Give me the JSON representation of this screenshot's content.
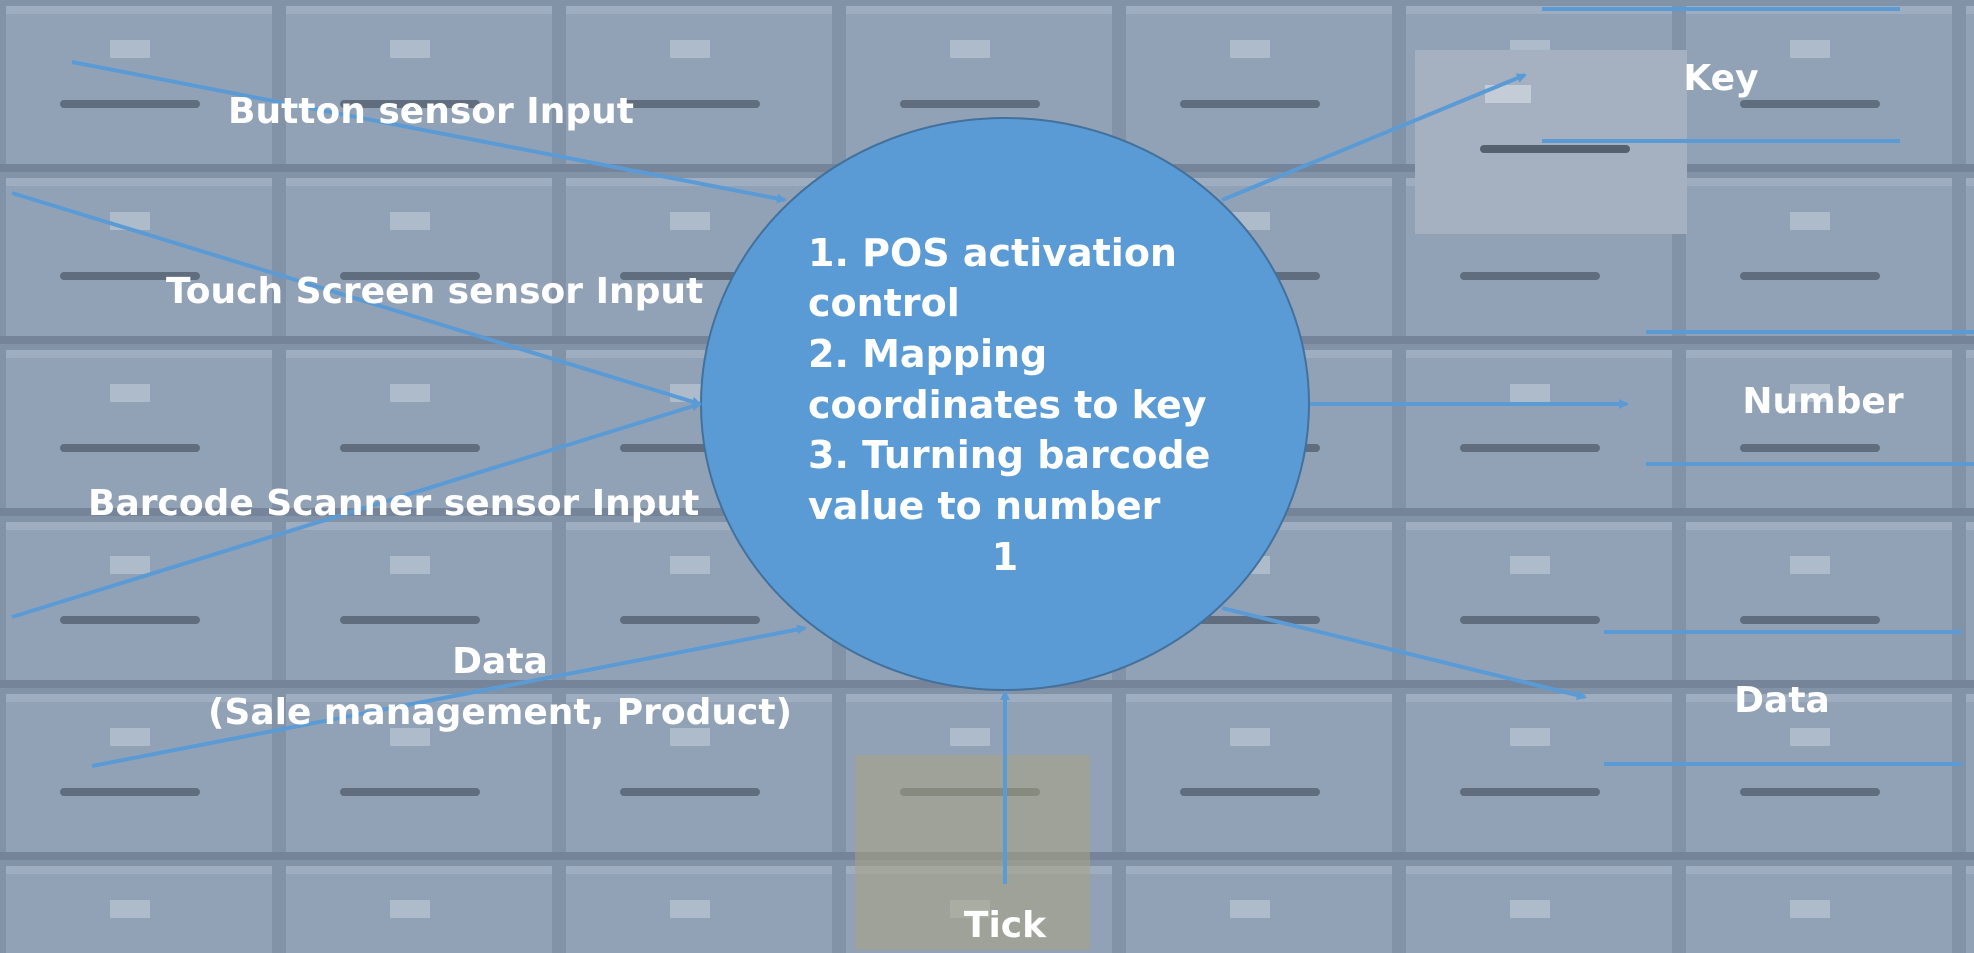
{
  "colors": {
    "accent": "#5b9bd5",
    "circle_fill": "#5b9bd5",
    "circle_border": "#41719c",
    "text": "#ffffff",
    "background": "#8797aa"
  },
  "background": {
    "icon": "filing-cabinet-drawers"
  },
  "process": {
    "lines": [
      "1. POS activation",
      "control",
      "2. Mapping",
      "coordinates to key",
      "3. Turning barcode",
      "value to number"
    ],
    "number": "1"
  },
  "inputs": {
    "button": "Button sensor Input",
    "touch": "Touch Screen sensor Input",
    "barcode": "Barcode Scanner sensor Input",
    "data_line1": "Data",
    "data_line2": "(Sale management, Product)",
    "tick": "Tick"
  },
  "outputs": {
    "key": "Key",
    "number": "Number",
    "data": "Data"
  }
}
